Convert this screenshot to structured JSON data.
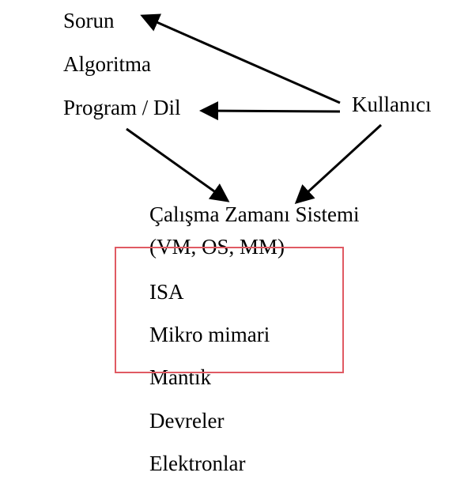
{
  "diagram": {
    "top_labels": {
      "problem": "Sorun",
      "algorithm": "Algoritma",
      "program_language": "Program / Dil"
    },
    "user": "Kullanıcı",
    "levels": {
      "runtime_system": "Çalışma Zamanı Sistemi",
      "runtime_system_detail": "(VM, OS, MM)",
      "isa": "ISA",
      "microarchitecture": "Mikro mimari",
      "logic": "Mantık",
      "circuits": "Devreler",
      "electrons": "Elektronlar"
    },
    "colors": {
      "text": "#000000",
      "arrow": "#000000",
      "highlight_box": "#e05a63"
    }
  }
}
